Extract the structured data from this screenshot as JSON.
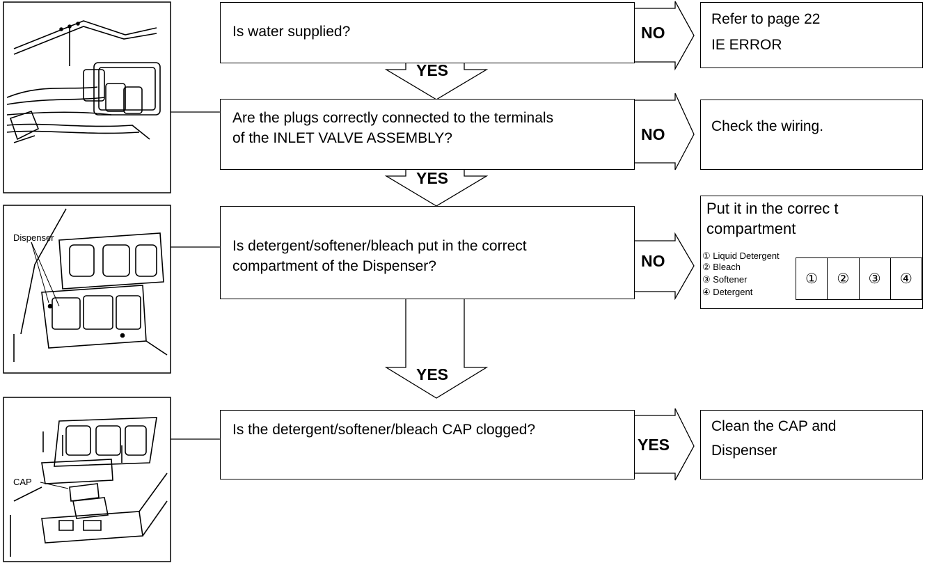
{
  "steps": [
    {
      "question": "Is water supplied?",
      "branch_label": "NO",
      "result": [
        "Refer to page 22",
        "IE ERROR"
      ],
      "next_label": "YES"
    },
    {
      "question": [
        "Are the plugs correctly connected to the terminals",
        "of the INLET VALVE ASSEMBLY?"
      ],
      "branch_label": "NO",
      "result": [
        "Check the wiring."
      ],
      "next_label": "YES"
    },
    {
      "question": [
        "Is detergent/softener/bleach put in the correct",
        "compartment of the Dispenser?"
      ],
      "branch_label": "NO",
      "result": [
        "Put it in the correc t",
        "compartment"
      ],
      "next_label": "YES"
    },
    {
      "question": "Is the detergent/softener/bleach CAP clogged?",
      "branch_label": "YES",
      "result": [
        "Clean the CAP and",
        "Dispenser"
      ]
    }
  ],
  "compartments": {
    "legend": [
      "① Liquid Detergent",
      "② Bleach",
      "③ Softener",
      "④ Detergent"
    ],
    "cells": [
      "①",
      "②",
      "③",
      "④"
    ]
  },
  "illustration_labels": {
    "dispenser": "Dispenser",
    "cap": "CAP"
  }
}
